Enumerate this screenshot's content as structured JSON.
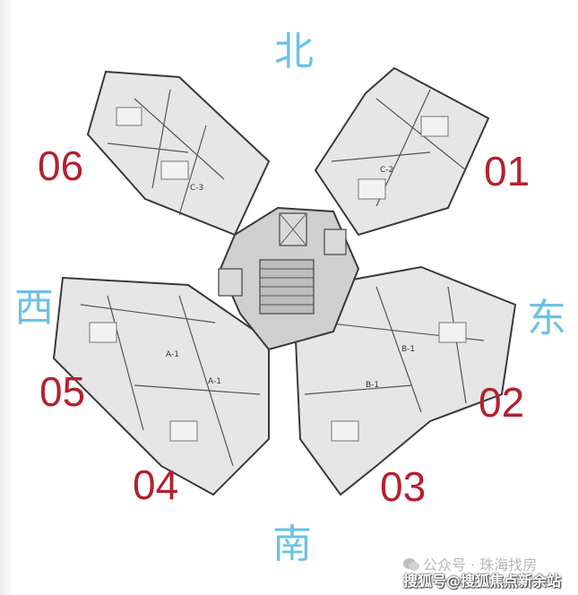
{
  "directions": {
    "north": "北",
    "south": "南",
    "west": "西",
    "east": "东"
  },
  "units": [
    "01",
    "02",
    "03",
    "04",
    "05",
    "06"
  ],
  "plan_labels": {
    "north_east_type": "C-2",
    "north_west_type": "C-3",
    "south_west_type": "A-1",
    "south_west_type_b": "A-1",
    "south_east_type": "B-1",
    "south_east_type_b": "B-1"
  },
  "watermark": {
    "line1": "公众号 · 珠海找房",
    "line2": "搜狐号@搜狐焦点新余站"
  },
  "colors": {
    "direction": "#6cc2e4",
    "unit_number": "#b5202f",
    "plan_fill": "#e6e6e6",
    "plan_wall": "#3a3a3a",
    "core_fill": "#cfcfcf"
  }
}
